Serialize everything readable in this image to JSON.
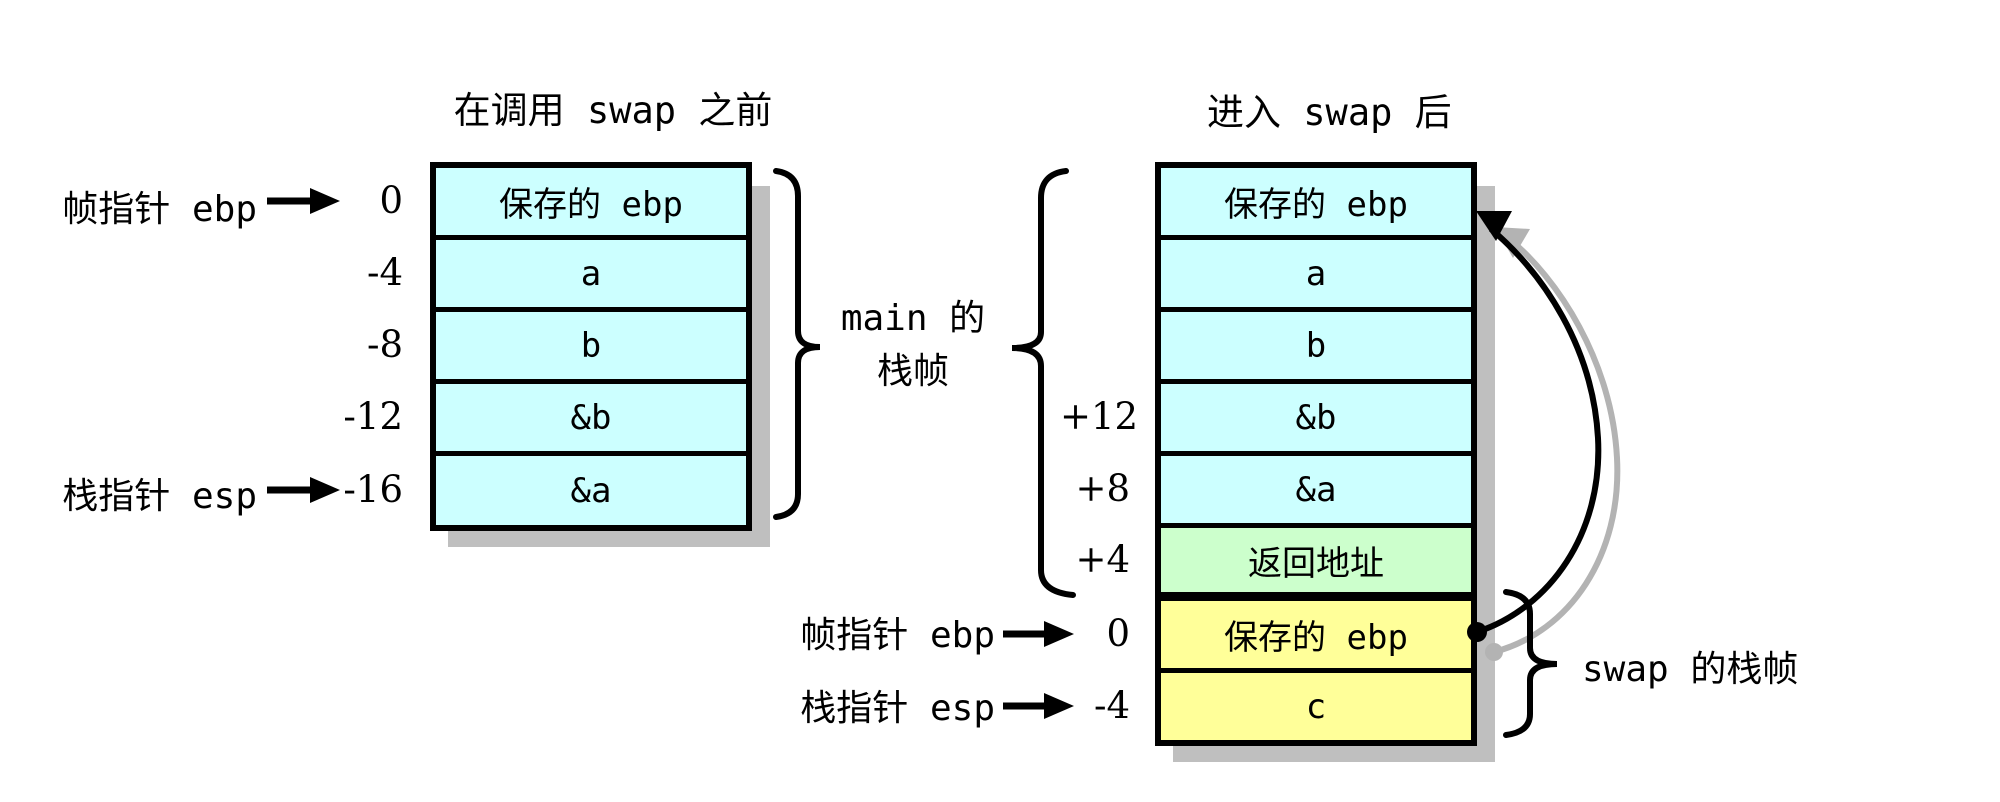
{
  "colors": {
    "cyan": "#CCFFFF",
    "green": "#CCFFCC",
    "yellow": "#FFFF99",
    "shadow": "#BFBFBF",
    "gray_arrow": "#B3B3B3",
    "black": "#000000"
  },
  "left": {
    "title": "在调用 swap 之前",
    "frame_pointer_label": "帧指针 ebp",
    "stack_pointer_label": "栈指针 esp",
    "frame_label_line1": "main 的",
    "frame_label_line2": "栈帧",
    "rows": [
      {
        "offset": "0",
        "label": "保存的 ebp",
        "bg": "cyan"
      },
      {
        "offset": "-4",
        "label": "a",
        "bg": "cyan"
      },
      {
        "offset": "-8",
        "label": "b",
        "bg": "cyan"
      },
      {
        "offset": "-12",
        "label": "&b",
        "bg": "cyan"
      },
      {
        "offset": "-16",
        "label": "&a",
        "bg": "cyan"
      }
    ]
  },
  "right": {
    "title": "进入 swap 后",
    "frame_pointer_label": "帧指针 ebp",
    "stack_pointer_label": "栈指针 esp",
    "frame_label": "swap 的栈帧",
    "rows": [
      {
        "offset": "",
        "label": "保存的 ebp",
        "bg": "cyan"
      },
      {
        "offset": "",
        "label": "a",
        "bg": "cyan"
      },
      {
        "offset": "",
        "label": "b",
        "bg": "cyan"
      },
      {
        "offset": "+12",
        "label": "&b",
        "bg": "cyan"
      },
      {
        "offset": "+8",
        "label": "&a",
        "bg": "cyan"
      },
      {
        "offset": "+4",
        "label": "返回地址",
        "bg": "green"
      },
      {
        "offset": "0",
        "label": "保存的 ebp",
        "bg": "yellow"
      },
      {
        "offset": "-4",
        "label": "c",
        "bg": "yellow"
      }
    ]
  }
}
